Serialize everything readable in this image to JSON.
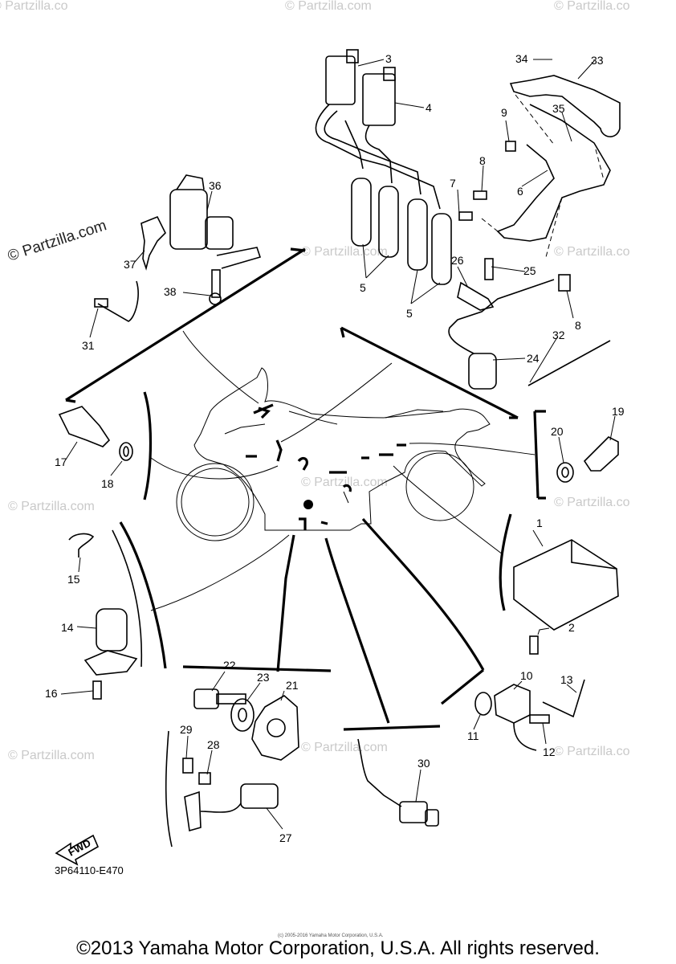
{
  "watermark": {
    "brand": "© Partzilla.com",
    "brand_short": "© Partzilla.co"
  },
  "callouts": {
    "p1": "1",
    "p2": "2",
    "p3": "3",
    "p4": "4",
    "p5a": "5",
    "p5b": "5",
    "p6": "6",
    "p7": "7",
    "p8a": "8",
    "p8b": "8",
    "p9": "9",
    "p10": "10",
    "p11": "11",
    "p12": "12",
    "p13": "13",
    "p14": "14",
    "p15": "15",
    "p16": "16",
    "p17": "17",
    "p18": "18",
    "p19": "19",
    "p20": "20",
    "p21": "21",
    "p22": "22",
    "p23": "23",
    "p24": "24",
    "p25": "25",
    "p26": "26",
    "p27": "27",
    "p28": "28",
    "p29": "29",
    "p30": "30",
    "p31": "31",
    "p32": "32",
    "p33": "33",
    "p34": "34",
    "p35": "35",
    "p36": "36",
    "p37": "37",
    "p38": "38"
  },
  "fwd_label": "FWD",
  "diagram_code": "3P64110-E470",
  "footer": {
    "copyright": "©2013 Yamaha Motor Corporation, U.S.A. All rights reserved.",
    "fine_print": "(c) 2005-2016 Yamaha Motor Corporation, U.S.A."
  }
}
